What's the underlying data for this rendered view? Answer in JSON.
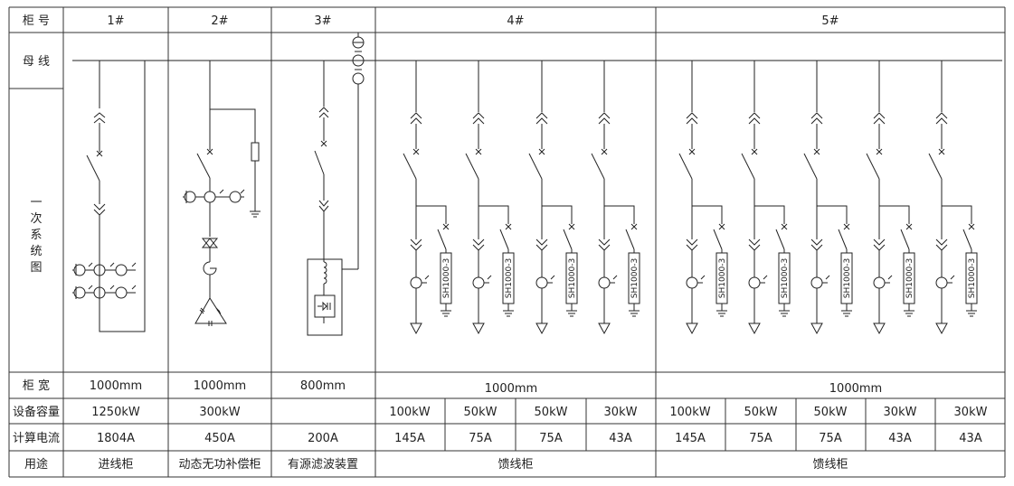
{
  "header": {
    "label": "柜 号",
    "cabinets": [
      "1#",
      "2#",
      "3#",
      "4#",
      "5#"
    ]
  },
  "row_labels": {
    "bus": "母 线",
    "diagram": [
      "一",
      "次",
      "系",
      "统",
      "图"
    ],
    "width": "柜 宽",
    "capacity": "设备容量",
    "current": "计算电流",
    "usage": "用途"
  },
  "cabinet1": {
    "width": "1000mm",
    "capacity": "1250kW",
    "current": "1804A",
    "usage": "进线柜"
  },
  "cabinet2": {
    "width": "1000mm",
    "capacity": "300kW",
    "current": "450A",
    "usage": "动态无功补偿柜"
  },
  "cabinet3": {
    "width": "800mm",
    "capacity": "",
    "current": "200A",
    "usage": "有源滤波装置"
  },
  "cabinet4": {
    "width": "1000mm",
    "usage": "馈线柜",
    "feeders": [
      {
        "capacity": "100kW",
        "current": "145A"
      },
      {
        "capacity": "50kW",
        "current": "75A"
      },
      {
        "capacity": "50kW",
        "current": "75A"
      },
      {
        "capacity": "30kW",
        "current": "43A"
      }
    ]
  },
  "cabinet5": {
    "width": "1000mm",
    "usage": "馈线柜",
    "feeders": [
      {
        "capacity": "100kW",
        "current": "145A"
      },
      {
        "capacity": "50kW",
        "current": "75A"
      },
      {
        "capacity": "50kW",
        "current": "75A"
      },
      {
        "capacity": "30kW",
        "current": "43A"
      },
      {
        "capacity": "30kW",
        "current": "43A"
      }
    ]
  },
  "surge_protector_label": "SH1000-3"
}
